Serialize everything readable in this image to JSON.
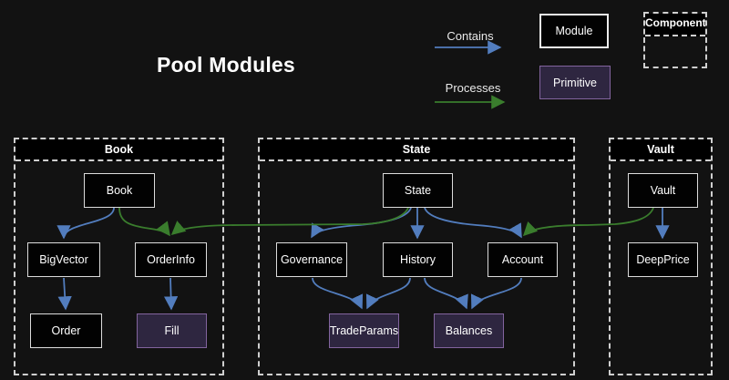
{
  "title": "Pool Modules",
  "legend": {
    "contains_label": "Contains",
    "processes_label": "Processes",
    "module_label": "Module",
    "primitive_label": "Primitive",
    "component_label": "Component"
  },
  "colors": {
    "background": "#121212",
    "contains": "#527dbe",
    "processes": "#3a7d2d",
    "module-fill": "#020202",
    "module-border": "#dcdcdc",
    "primitive-fill": "#2e2640",
    "primitive-border": "#82649e",
    "dash": "#cfcfcf"
  },
  "containers": {
    "book": {
      "label": "Book"
    },
    "state": {
      "label": "State"
    },
    "vault": {
      "label": "Vault"
    }
  },
  "nodes": {
    "book": {
      "label": "Book",
      "type": "module",
      "container": "Book"
    },
    "bigvector": {
      "label": "BigVector",
      "type": "module",
      "container": "Book"
    },
    "orderinfo": {
      "label": "OrderInfo",
      "type": "module",
      "container": "Book"
    },
    "order": {
      "label": "Order",
      "type": "module",
      "container": "Book"
    },
    "fill": {
      "label": "Fill",
      "type": "primitive",
      "container": "Book"
    },
    "state": {
      "label": "State",
      "type": "module",
      "container": "State"
    },
    "governance": {
      "label": "Governance",
      "type": "module",
      "container": "State"
    },
    "history": {
      "label": "History",
      "type": "module",
      "container": "State"
    },
    "account": {
      "label": "Account",
      "type": "module",
      "container": "State"
    },
    "tradeparams": {
      "label": "TradeParams",
      "type": "primitive",
      "container": "State"
    },
    "balances": {
      "label": "Balances",
      "type": "primitive",
      "container": "State"
    },
    "vault": {
      "label": "Vault",
      "type": "module",
      "container": "Vault"
    },
    "deepprice": {
      "label": "DeepPrice",
      "type": "module",
      "container": "Vault"
    }
  },
  "edges": [
    {
      "from": "Book",
      "to": "BigVector",
      "type": "contains"
    },
    {
      "from": "BigVector",
      "to": "Order",
      "type": "contains"
    },
    {
      "from": "OrderInfo",
      "to": "Fill",
      "type": "contains"
    },
    {
      "from": "State",
      "to": "Governance",
      "type": "contains"
    },
    {
      "from": "State",
      "to": "History",
      "type": "contains"
    },
    {
      "from": "State",
      "to": "Account",
      "type": "contains"
    },
    {
      "from": "Governance",
      "to": "TradeParams",
      "type": "contains"
    },
    {
      "from": "History",
      "to": "TradeParams",
      "type": "contains"
    },
    {
      "from": "History",
      "to": "Balances",
      "type": "contains"
    },
    {
      "from": "Account",
      "to": "Balances",
      "type": "contains"
    },
    {
      "from": "Vault",
      "to": "DeepPrice",
      "type": "contains"
    },
    {
      "from": "Book",
      "to": "OrderInfo",
      "type": "processes"
    },
    {
      "from": "State",
      "to": "OrderInfo",
      "type": "processes"
    },
    {
      "from": "Vault",
      "to": "Account",
      "type": "processes"
    }
  ]
}
